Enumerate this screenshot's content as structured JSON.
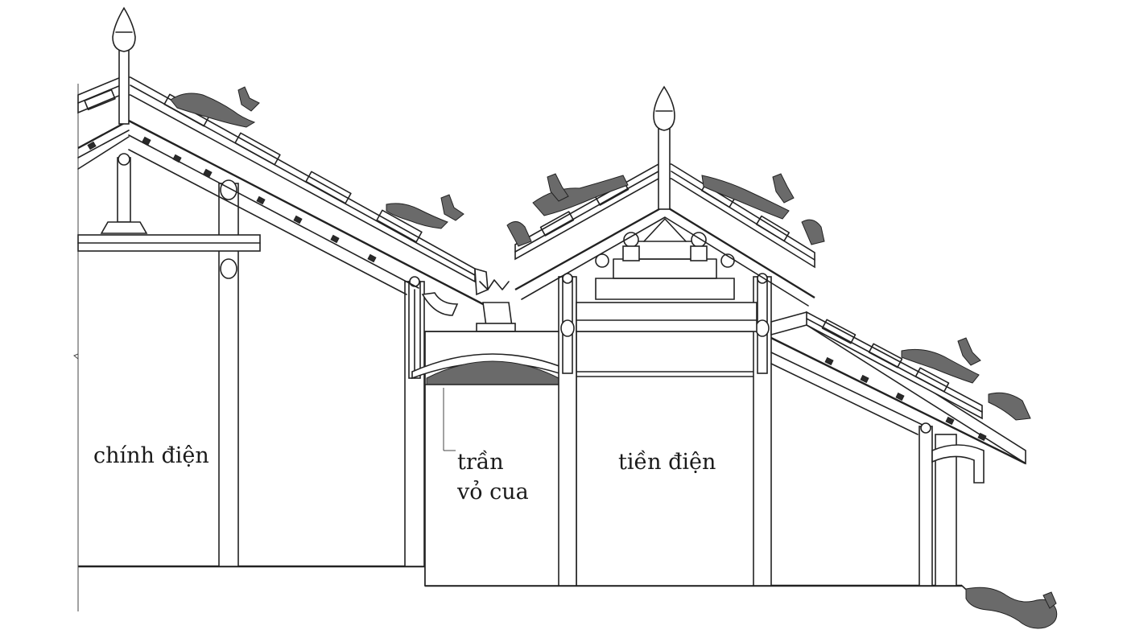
{
  "labels": {
    "chinh_dien": "chính điện",
    "tran_line1": "trần",
    "tran_line2": "vỏ cua",
    "tien_dien": "tiền điện"
  },
  "colors": {
    "line": "#222222",
    "background": "#ffffff",
    "ornament": "#6a6a6a"
  },
  "icons": [
    "finial-icon",
    "dragon-ornament-icon",
    "carved-panel-icon"
  ]
}
